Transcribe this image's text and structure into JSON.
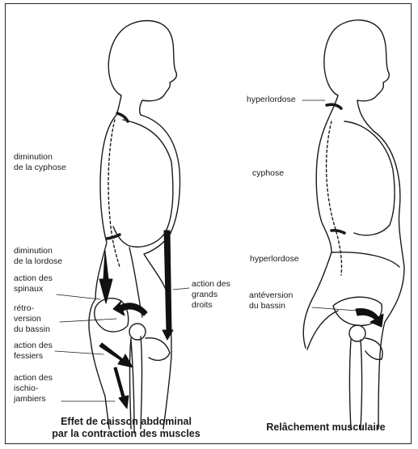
{
  "left_figure": {
    "labels": {
      "diminution_cyphose": [
        "diminution",
        "de la cyphose"
      ],
      "diminution_lordose": [
        "diminution",
        "de la lordose"
      ],
      "action_spinaux": [
        "action des",
        "spinaux"
      ],
      "retroversion": [
        "rétro-",
        "version",
        "du bassin"
      ],
      "action_fessiers": [
        "action des",
        "fessiers"
      ],
      "action_ischio": [
        "action des",
        "ischio-",
        "jambiers"
      ],
      "action_grands_droits": [
        "action des",
        "grands",
        "droits"
      ]
    },
    "caption": [
      "Effet de caisson abdominal",
      "par la contraction des muscles"
    ]
  },
  "right_figure": {
    "labels": {
      "hyperlordose_top": "hyperlordose",
      "cyphose": "cyphose",
      "hyperlordose_bottom": "hyperlordose",
      "anteversion": [
        "antéversion",
        "du bassin"
      ]
    },
    "caption": "Relâchement musculaire"
  }
}
